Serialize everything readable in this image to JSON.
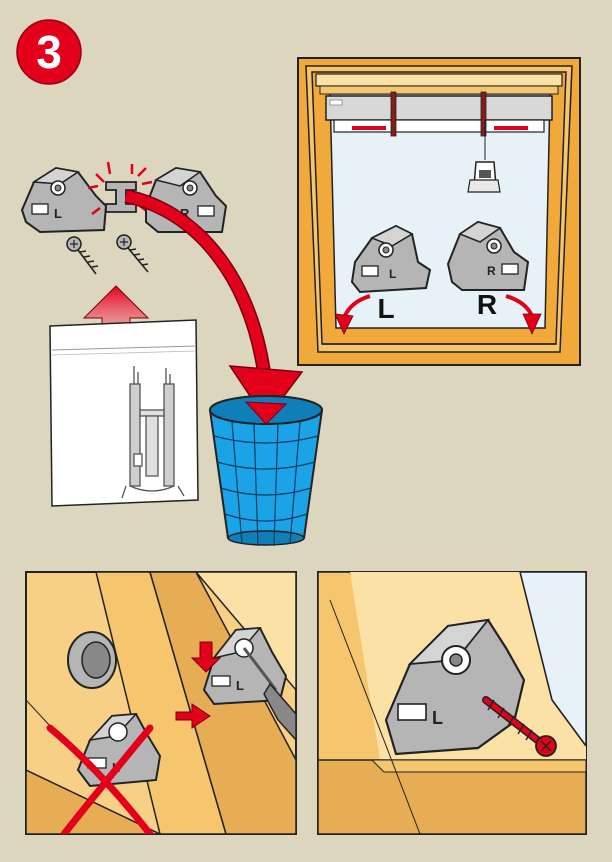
{
  "step": {
    "number": "3"
  },
  "bracket_letters": {
    "left": "L",
    "right": "R"
  },
  "window_labels": {
    "left": "L",
    "right": "R"
  },
  "colors": {
    "background": "#dcd6bf",
    "badge": "#e2001a",
    "arrow_red": "#e2001a",
    "frame_orange": "#f2a93b",
    "frame_light": "#f6c66e",
    "wood": "#f7cf85",
    "wood_dark": "#e7ad55",
    "glass": "#e6f2f8",
    "bin_blue": "#1aa3e6",
    "bracket_grey": "#b5b5b5",
    "bag": "#ffffff"
  }
}
